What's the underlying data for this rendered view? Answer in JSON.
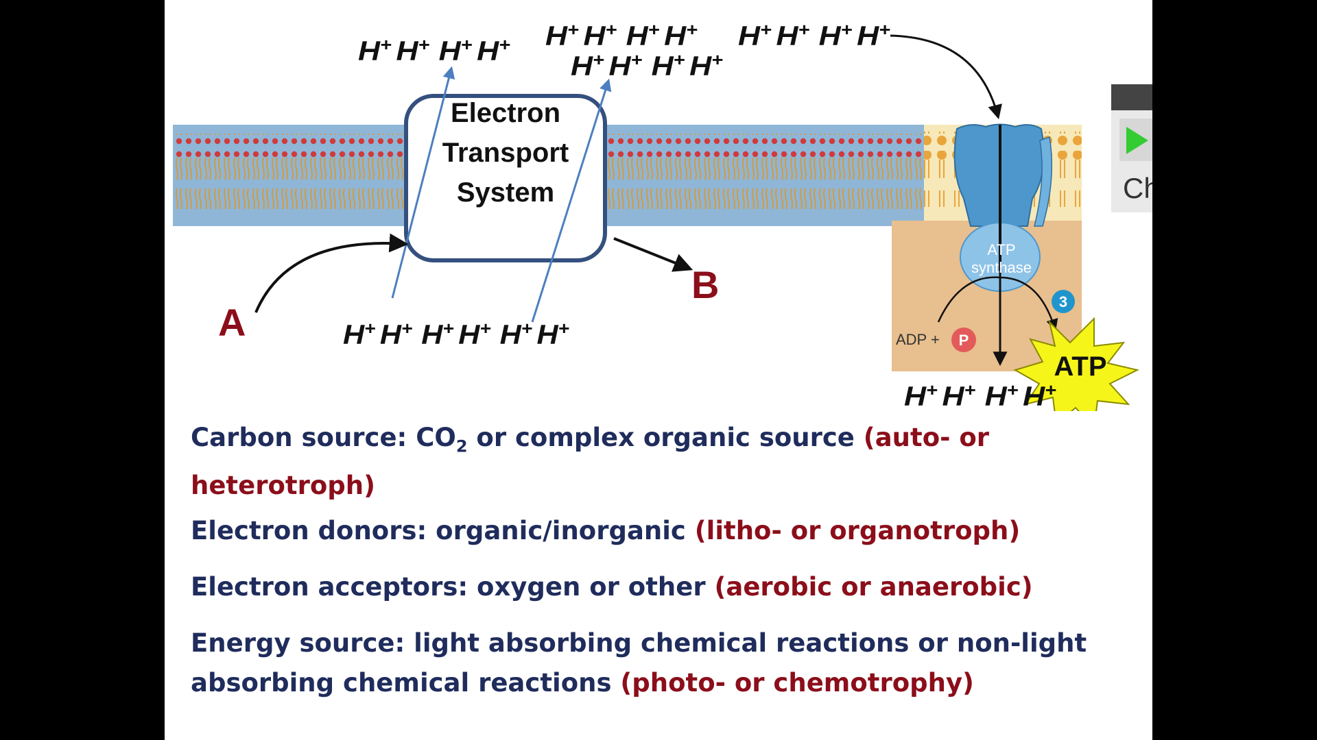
{
  "diagram": {
    "ets_box_lines": [
      "Electron",
      "Transport",
      "System"
    ],
    "label_a": "A",
    "label_b": "B",
    "proton_top_left": [
      "H",
      "H",
      "H",
      "H"
    ],
    "proton_top_mid_row1": [
      "H",
      "H",
      "H",
      "H"
    ],
    "proton_top_mid_row2": [
      "H",
      "H",
      "H",
      "H"
    ],
    "proton_top_right": [
      "H",
      "H",
      "H",
      "H"
    ],
    "proton_bottom": [
      "H",
      "H",
      "H",
      "H",
      "H",
      "H"
    ],
    "proton_bottom_right": [
      "H",
      "H",
      "H",
      "H"
    ],
    "superscript": "+",
    "atp_synthase_lines": [
      "ATP",
      "synthase"
    ],
    "step_number": "3",
    "adp_text": "ADP +",
    "phosphate": "P",
    "atp_burst": "ATP",
    "colors": {
      "membrane_blue": "#8fb6d6",
      "lipid_head": "#cf3b3b",
      "lipid_tail": "#d59a3c",
      "synthase_blue": "#4d97cc",
      "matrix_tan": "#e8bf8e",
      "burst_yellow": "#f5f51a",
      "ets_border": "#34507e"
    }
  },
  "lines": [
    {
      "main": "Carbon source:  CO",
      "sub": "2",
      "main2": " or complex organic source ",
      "paren": "(auto- or heterotroph)"
    },
    {
      "main": "Electron donors: organic/inorganic ",
      "paren": "(litho- or organotroph)"
    },
    {
      "main": "Electron acceptors:  oxygen or other ",
      "paren": "(aerobic or anaerobic)"
    },
    {
      "main": "Energy source: light absorbing chemical reactions  or non-light absorbing chemical reactions ",
      "paren": "(photo- or chemotrophy)"
    }
  ],
  "player": {
    "partial_label": "Ch"
  }
}
